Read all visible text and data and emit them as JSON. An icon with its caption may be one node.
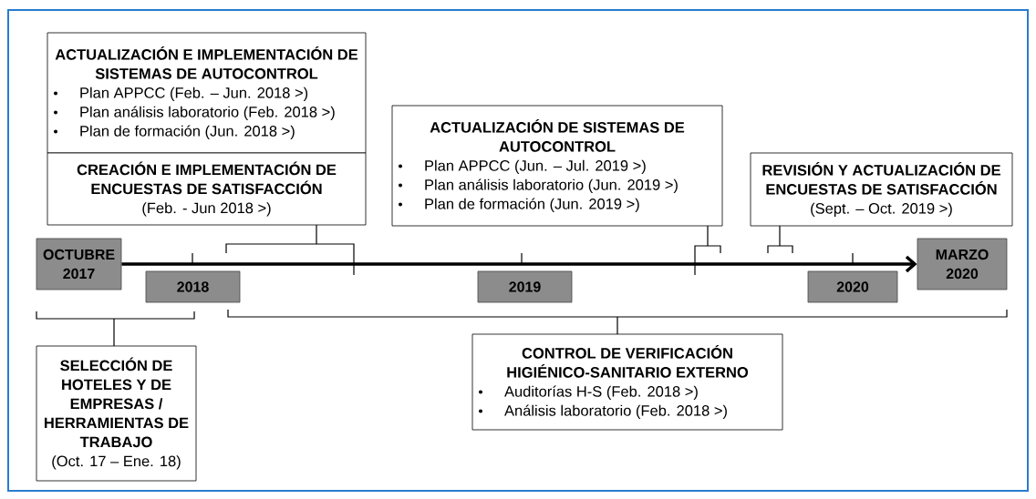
{
  "diagram": {
    "nodes": [
      {
        "text": [
          "OCTUBRE 2017"
        ]
      },
      {
        "text": [
          "2018"
        ]
      },
      {
        "text": [
          "2019"
        ]
      },
      {
        "text": [
          "2020"
        ]
      },
      {
        "text": [
          "MARZO 2020"
        ]
      },
      {
        "text": [
          "ACTUALIZACIÓN E IMPLEMENTACIÓN DE SISTEMAS DE AUTOCONTROL",
          "Plan APPCC (Feb. – Jun. 2018 >)",
          "Plan análisis laboratorio (Feb. 2018 >)",
          "Plan de formación (Jun. 2018 >)"
        ]
      },
      {
        "text": [
          "CREACIÓN E IMPLEMENTACIÓN DE ENCUESTAS DE SATISFACCIÓN",
          "(Feb. - Jun 2018 >)"
        ]
      },
      {
        "text": [
          "ACTUALIZACIÓN DE SISTEMAS DE AUTOCONTROL",
          "Plan APPCC (Jun. – Jul. 2019 >)",
          "Plan análisis laboratorio (Jun. 2019 >)",
          "Plan de formación (Jun. 2019 >)"
        ]
      },
      {
        "text": [
          "REVISIÓN Y ACTUALIZACIÓN DE ENCUESTAS DE SATISFACCIÓN",
          "(Sept. – Oct. 2019 >)"
        ]
      },
      {
        "text": [
          "SELECCIÓN DE HOTELES Y DE EMPRESAS / HERRAMIENTAS DE TRABAJO",
          "(Oct. 17 – Ene. 18)"
        ]
      },
      {
        "text": [
          "CONTROL DE VERIFICACIÓN HIGIÉNICO-SANITARIO EXTERNO",
          "Auditorías H-S (Feb. 2018 >)",
          "Análisis laboratorio (Feb. 2018 >)"
        ]
      }
    ],
    "edges": [
      {
        "from": 0,
        "to": 4,
        "arrow": "to"
      }
    ]
  }
}
